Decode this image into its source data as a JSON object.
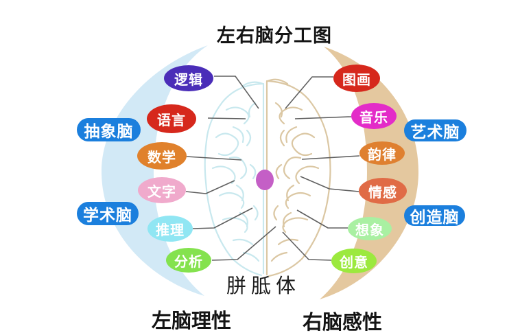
{
  "title": "左右脑分工图",
  "footer": {
    "left_caption": "左脑理性",
    "right_caption": "右脑感性"
  },
  "center": {
    "corpus_callosum_label": "胼胝体",
    "corpus_callosum_dot_color": "#c45fc6"
  },
  "palette": {
    "left_arc": "#d2e9f6",
    "right_arc": "#e4c89f",
    "category_blue": "#1b7fdd",
    "connector_gray": "#606060",
    "brain_left_stroke": "#c8e8ee",
    "brain_right_stroke": "#dbc7a3"
  },
  "left": {
    "category_labels": [
      {
        "label": "抽象脑",
        "color": "#1b7fdd"
      },
      {
        "label": "学术脑",
        "color": "#1b7fdd"
      }
    ],
    "bubbles": [
      {
        "label": "逻辑",
        "color": "#4a2db8"
      },
      {
        "label": "语言",
        "color": "#d6281c"
      },
      {
        "label": "数学",
        "color": "#e0812c"
      },
      {
        "label": "文字",
        "color": "#f0aacc"
      },
      {
        "label": "推理",
        "color": "#90e6f3"
      },
      {
        "label": "分析",
        "color": "#84e24e"
      }
    ]
  },
  "right": {
    "category_labels": [
      {
        "label": "艺术脑",
        "color": "#1b7fdd"
      },
      {
        "label": "创造脑",
        "color": "#1b7fdd"
      }
    ],
    "bubbles": [
      {
        "label": "图画",
        "color": "#d6281c"
      },
      {
        "label": "音乐",
        "color": "#e32cc8"
      },
      {
        "label": "韵律",
        "color": "#df8030"
      },
      {
        "label": "情感",
        "color": "#e06b46"
      },
      {
        "label": "想象",
        "color": "#a9f0a2"
      },
      {
        "label": "创意",
        "color": "#9ce93e"
      }
    ]
  }
}
